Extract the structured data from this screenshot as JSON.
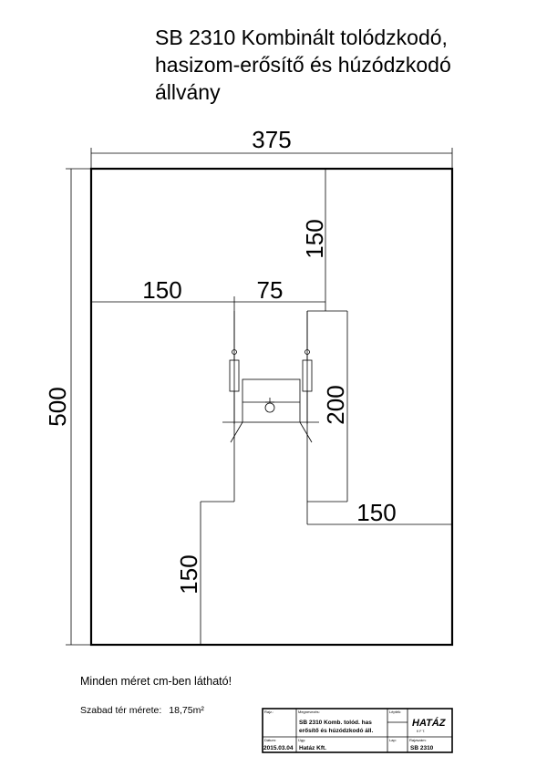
{
  "title": {
    "line1": "SB 2310 Kombinált tolódzkodó,",
    "line2": "hasizom-erősítő és húzódzkodó",
    "line3": "állvány"
  },
  "dimensions": {
    "top_width": "375",
    "left_height": "500",
    "upper_right_height": "150",
    "left_span": "150",
    "mid_span": "75",
    "equipment_height": "200",
    "right_span": "150",
    "lower_left_height": "150"
  },
  "note": "Minden méret cm-ben látható!",
  "free_area": {
    "label": "Szabad tér mérete:",
    "value": "18,75m²"
  },
  "title_block": {
    "drawn_label": "Rajz.:",
    "name_label": "Megnevezés:",
    "name_line1": "SB 2310 Komb. tolód. has",
    "name_line2": "erősítő és húzódzkodó áll.",
    "scale_label": "Lépték:",
    "date_label": "Dátum:",
    "date": "2015.03.04",
    "company_label": "Ügy:",
    "company": "Hatáz Kft.",
    "sheet_label": "Lap:",
    "drawing_no_label": "Rajzszám:",
    "drawing_no": "SB 2310",
    "logo": "HATÁZ",
    "logo_sub": "K F T."
  }
}
